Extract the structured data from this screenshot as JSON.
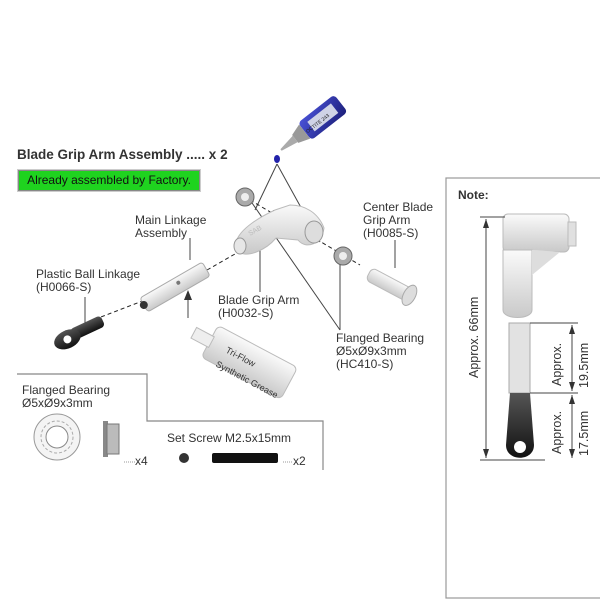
{
  "title": "Blade Grip Arm Assembly ..... x 2",
  "badge": "Already assembled by Factory.",
  "colors": {
    "badge": "#1fd31f",
    "threadlock": "#2b2fa8",
    "frame": "#888888"
  },
  "threadlock_bottle": {
    "label": "OCTITE 243",
    "icon": "threadlock-bottle-icon"
  },
  "grease_tube": {
    "line1": "Tri-Flow",
    "line2": "Synthetic Grease",
    "icon": "grease-tube-icon"
  },
  "parts": {
    "main_linkage": {
      "line1": "Main Linkage",
      "line2": "Assembly"
    },
    "ball_linkage": {
      "line1": "Plastic Ball Linkage",
      "line2": "(H0066-S)"
    },
    "blade_grip_arm": {
      "line1": "Blade Grip Arm",
      "line2": "(H0032-S)"
    },
    "center_blade_grip_arm": {
      "line1": "Center Blade",
      "line2": "Grip Arm",
      "line3": "(H0085-S)"
    },
    "flanged_bearing": {
      "line1": "Flanged Bearing",
      "line2": "Ø5xØ9x3mm",
      "line3": "(HC410-S)"
    }
  },
  "hardware": {
    "bearing": {
      "line1": "Flanged Bearing",
      "line2": "Ø5xØ9x3mm",
      "qty": "x4"
    },
    "set_screw": {
      "label": "Set Screw M2.5x15mm",
      "qty": "x2"
    }
  },
  "note": {
    "title": "Note:",
    "overall": "Approx. 66mm",
    "dim1_a": "Approx.",
    "dim1_b": "19.5mm",
    "dim2_a": "Approx.",
    "dim2_b": "17.5mm"
  }
}
